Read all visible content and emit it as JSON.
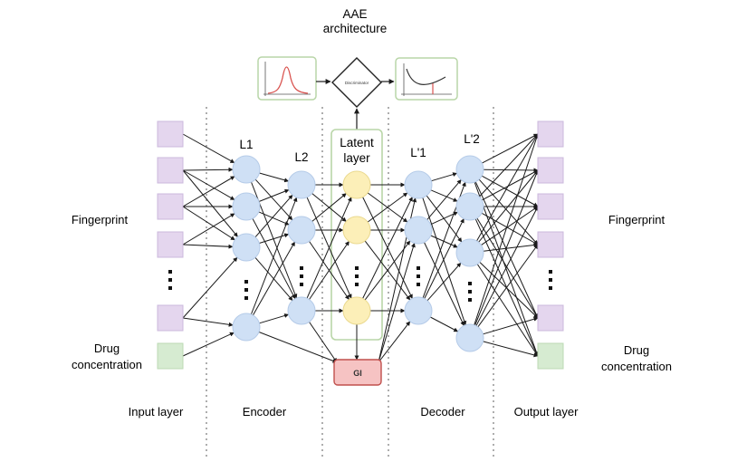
{
  "diagram": {
    "title": [
      "AAE",
      "architecture"
    ],
    "discriminator_label": "Discriminator",
    "layers": {
      "l1": "L1",
      "l2": "L2",
      "latent": [
        "Latent",
        "layer"
      ],
      "l1p": "L'1",
      "l2p": "L'2"
    },
    "gi_label": "GI",
    "inputs": {
      "fingerprint": "Fingerprint",
      "drug": [
        "Drug",
        "concentration"
      ]
    },
    "outputs": {
      "fingerprint": "Fingerprint",
      "drug": [
        "Drug",
        "concentration"
      ]
    },
    "footer": {
      "input_layer": "Input layer",
      "encoder": "Encoder",
      "decoder": "Decoder",
      "output_layer": "Output layer"
    },
    "colors": {
      "neuron_blue": "#cfe0f5",
      "neuron_yellow": "#fcefb8",
      "input_purple": "#e4d6ee",
      "input_green": "#d6ebd1",
      "gi_fill": "#f6c3c3",
      "gi_stroke": "#c0504d",
      "box_border": "#b9d6a8",
      "prior_curve": "#d9534f",
      "edge": "#1a1a1a"
    }
  }
}
